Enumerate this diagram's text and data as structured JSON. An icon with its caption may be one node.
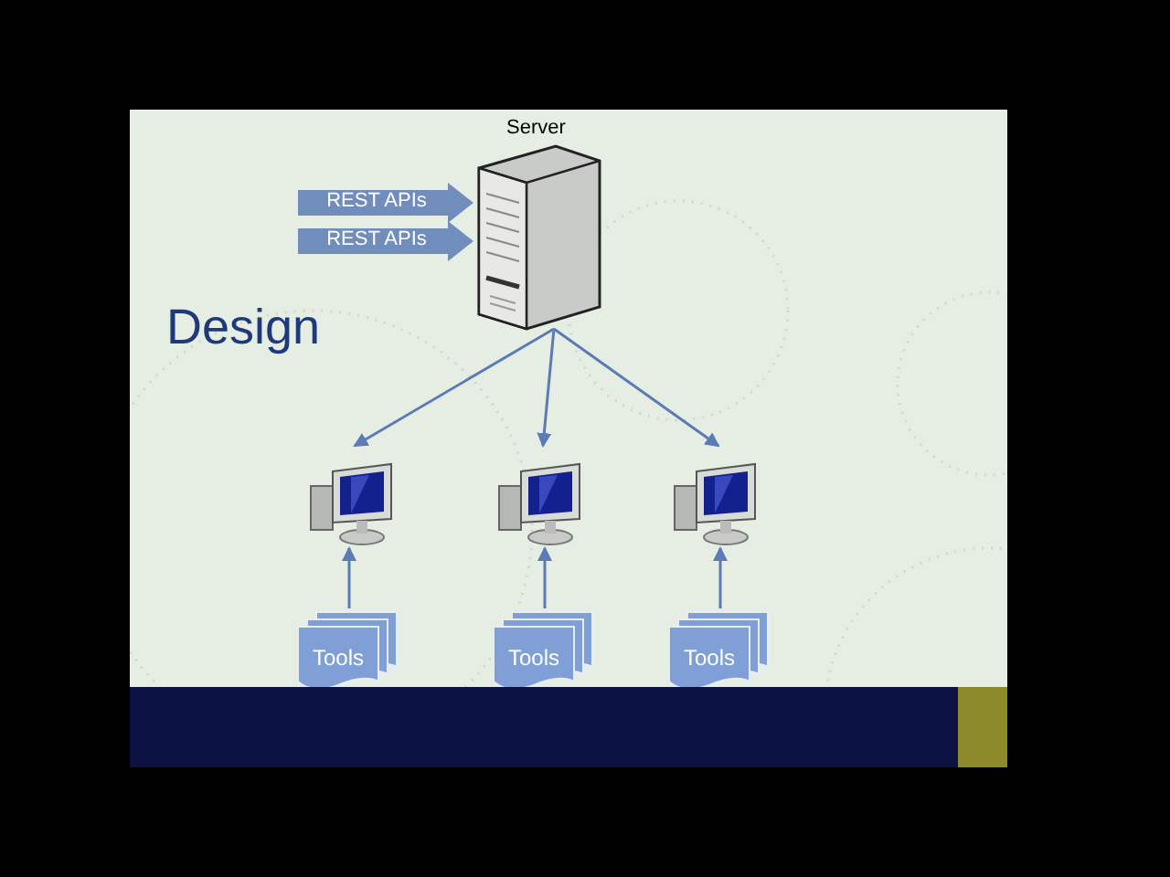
{
  "diagram": {
    "title": "Design",
    "nodes": [
      {
        "text": [
          "Server"
        ]
      },
      {
        "text": [],
        "shape": "picture"
      },
      {
        "text": [],
        "shape": "picture"
      },
      {
        "text": [],
        "shape": "picture"
      },
      {
        "text": [
          "Tools"
        ]
      },
      {
        "text": [
          "Tools"
        ]
      },
      {
        "text": [
          "Tools"
        ]
      }
    ],
    "edges": [
      {
        "from": null,
        "to": 0,
        "arrow": "to",
        "label": "REST APIs",
        "style": "thick"
      },
      {
        "from": null,
        "to": 0,
        "arrow": "to",
        "label": "REST APIs",
        "style": "thick"
      },
      {
        "from": 0,
        "to": 1,
        "arrow": "to"
      },
      {
        "from": 0,
        "to": 2,
        "arrow": "to"
      },
      {
        "from": 0,
        "to": 3,
        "arrow": "to"
      },
      {
        "from": 4,
        "to": 1,
        "arrow": "to"
      },
      {
        "from": 5,
        "to": 2,
        "arrow": "to"
      },
      {
        "from": 6,
        "to": 3,
        "arrow": "to"
      }
    ]
  }
}
